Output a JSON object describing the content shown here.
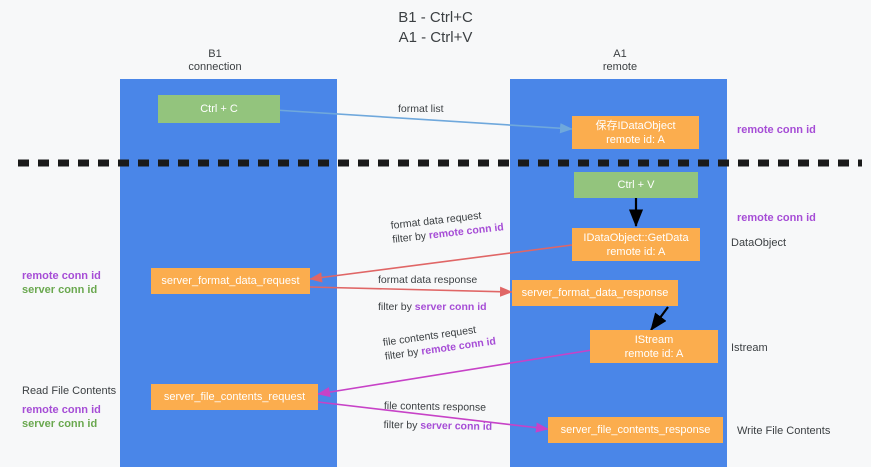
{
  "title": {
    "line1": "B1 - Ctrl+C",
    "line2": "A1 - Ctrl+V"
  },
  "lanes": [
    {
      "id": "b1",
      "name": "B1",
      "sub": "connection"
    },
    {
      "id": "a1",
      "name": "A1",
      "sub": "remote"
    }
  ],
  "boxes": {
    "ctrl_c": {
      "line1": "Ctrl + C",
      "line2": ""
    },
    "save_dataobject": {
      "line1": "保存IDataObject",
      "line2": "remote id: A"
    },
    "ctrl_v": {
      "line1": "Ctrl + V",
      "line2": ""
    },
    "getdata": {
      "line1": "IDataObject::GetData",
      "line2": "remote id: A"
    },
    "server_format_data_request": {
      "line1": "server_format_data_request",
      "line2": ""
    },
    "server_format_data_response": {
      "line1": "server_format_data_response",
      "line2": ""
    },
    "istream": {
      "line1": "IStream",
      "line2": "remote id: A"
    },
    "server_file_contents_request": {
      "line1": "server_file_contents_request",
      "line2": ""
    },
    "server_file_contents_response": {
      "line1": "server_file_contents_response",
      "line2": ""
    }
  },
  "edge_labels": {
    "format_list": "format list",
    "format_data_request": {
      "line1": "format data request",
      "prefix": "filter by ",
      "key": "remote conn id"
    },
    "format_data_response": {
      "line1": "format data response",
      "prefix": "filter by ",
      "key": "server conn id"
    },
    "file_contents_request": {
      "line1": "file contents request",
      "prefix": "filter by ",
      "key": "remote conn id"
    },
    "file_contents_response": {
      "line1": "file contents response",
      "prefix": "filter by ",
      "key": "server conn id"
    }
  },
  "left_notes": {
    "ids_top_remote": "remote conn id",
    "ids_top_server": "server conn id",
    "read_file_contents": "Read File Contents",
    "ids_bottom_remote": "remote conn id",
    "ids_bottom_server": "server conn id"
  },
  "right_notes": {
    "remote_conn_id_top": "remote conn id",
    "remote_conn_id_mid": "remote conn id",
    "dataobject": "DataObject",
    "istream": "Istream",
    "write_file_contents": "Write File Contents"
  },
  "colors": {
    "lane": "#4a86e8",
    "green_box": "#93c47d",
    "orange_box": "#fbad4e",
    "purple": "#a64dd6",
    "green_text": "#6aa84f",
    "arrow_blue": "#6fa8dc",
    "arrow_red": "#e06666",
    "arrow_magenta": "#c742c7",
    "arrow_black": "#000000",
    "divider": "#1a1a1a",
    "background": "#f7f8f9"
  }
}
